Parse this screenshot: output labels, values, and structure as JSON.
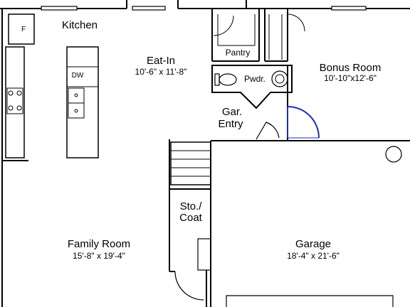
{
  "rooms": {
    "kitchen": {
      "name": "Kitchen"
    },
    "eat_in": {
      "name": "Eat-In",
      "dims": "10'-6\" x 11'-8\""
    },
    "pantry": {
      "name": "Pantry"
    },
    "powder": {
      "name": "Pwdr."
    },
    "bonus_room": {
      "name": "Bonus Room",
      "dims": "10'-10\"x12'-6\""
    },
    "garage_entry": {
      "name_line1": "Gar.",
      "name_line2": "Entry"
    },
    "storage_coat": {
      "name_line1": "Sto./",
      "name_line2": "Coat"
    },
    "family_room": {
      "name": "Family Room",
      "dims": "15'-8\" x 19'-4\""
    },
    "garage": {
      "name": "Garage",
      "dims": "18'-4\" x 21'-6\""
    }
  },
  "fixtures": {
    "fridge": "F",
    "dishwasher": "DW"
  },
  "colors": {
    "wall": "#000000",
    "door_highlight": "#1a2fb5",
    "background": "#ffffff"
  }
}
